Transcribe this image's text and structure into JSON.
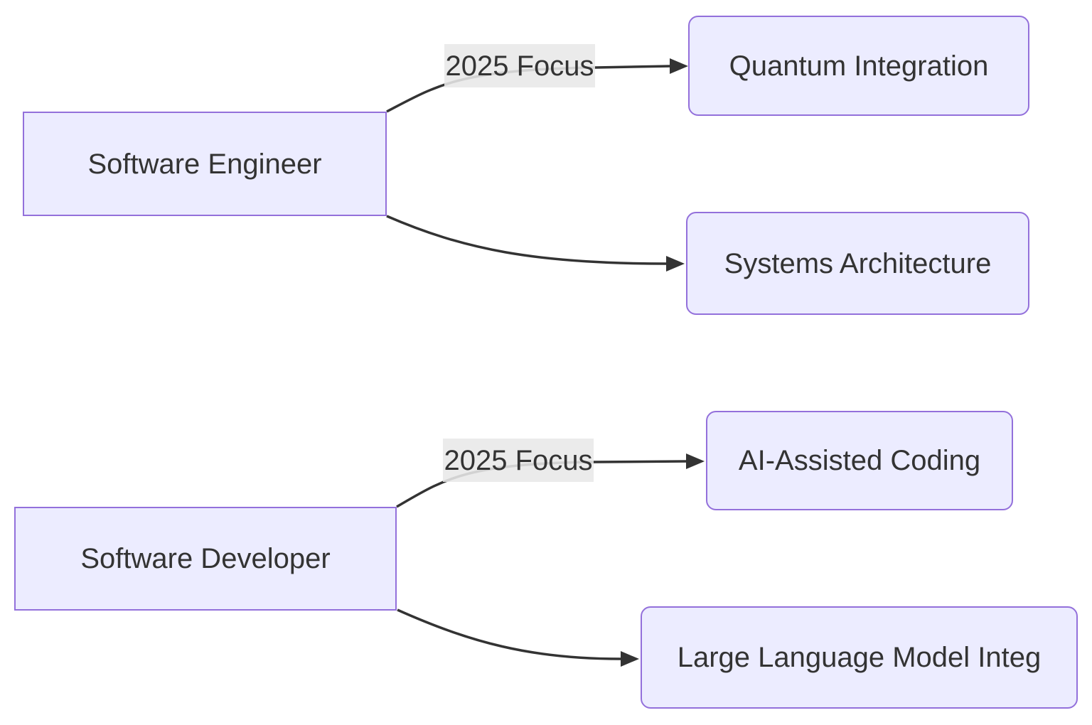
{
  "diagram": {
    "type": "flowchart",
    "direction": "left-to-right",
    "colors": {
      "background": "#ffffff",
      "node_fill": "#ECECFF",
      "node_border": "#9370DB",
      "node_text": "#333333",
      "edge_stroke": "#333333",
      "edge_label_background": "#e8e8e8",
      "edge_label_text": "#333333"
    },
    "nodes": [
      {
        "id": "software-engineer",
        "label": "Software Engineer",
        "shape": "rectangle"
      },
      {
        "id": "quantum-integration",
        "label": "Quantum Integration",
        "shape": "rounded-rectangle"
      },
      {
        "id": "systems-architecture",
        "label": "Systems Architecture",
        "shape": "rounded-rectangle"
      },
      {
        "id": "software-developer",
        "label": "Software Developer",
        "shape": "rectangle"
      },
      {
        "id": "ai-assisted-coding",
        "label": "AI-Assisted Coding",
        "shape": "rounded-rectangle"
      },
      {
        "id": "llm-integ",
        "label": "Large Language Model Integ",
        "shape": "rounded-rectangle"
      }
    ],
    "edges": [
      {
        "from": "Software Engineer",
        "to": "Quantum Integration",
        "label": "2025 Focus"
      },
      {
        "from": "Software Engineer",
        "to": "Systems Architecture",
        "label": ""
      },
      {
        "from": "Software Developer",
        "to": "AI-Assisted Coding",
        "label": "2025 Focus"
      },
      {
        "from": "Software Developer",
        "to": "Large Language Model Integ",
        "label": ""
      }
    ]
  }
}
